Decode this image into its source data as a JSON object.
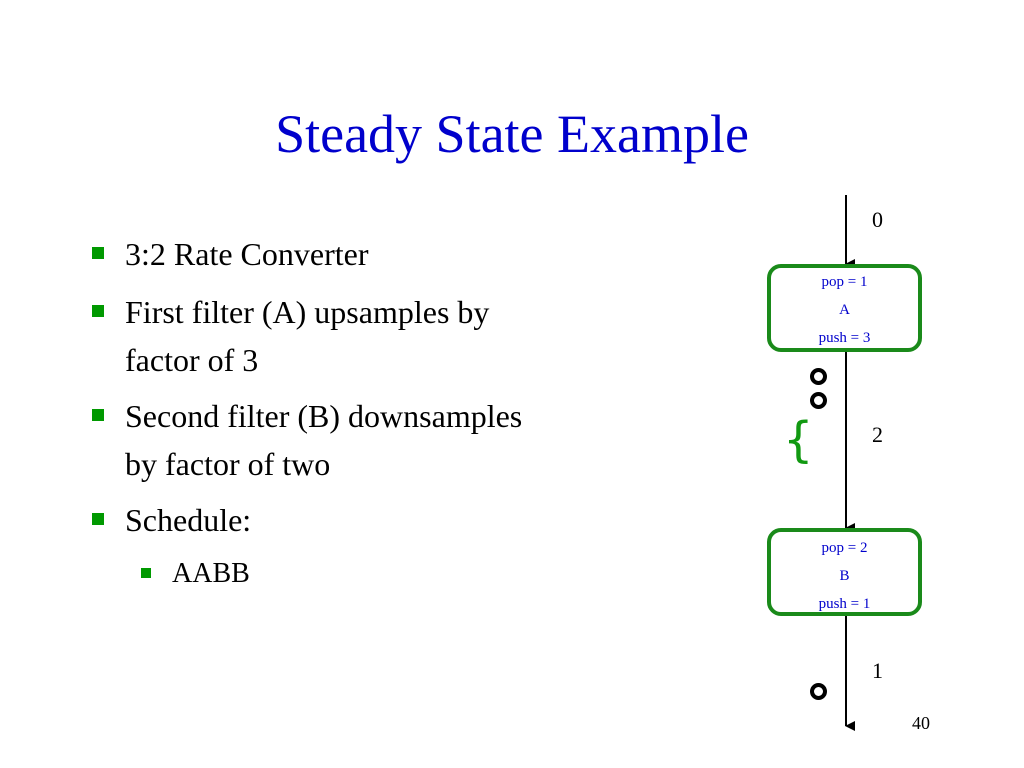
{
  "slide": {
    "title": "Steady State Example",
    "page_number": "40"
  },
  "bullets": [
    {
      "lines": [
        "3:2 Rate Converter"
      ]
    },
    {
      "lines": [
        "First filter (A) upsamples by",
        "factor of 3"
      ]
    },
    {
      "lines": [
        "Second filter (B) downsamples",
        "by factor of two"
      ]
    },
    {
      "lines": [
        "Schedule:"
      ]
    }
  ],
  "sub_bullets": [
    {
      "text": "AABB"
    }
  ],
  "diagram": {
    "filter_a": {
      "pop": "pop = 1",
      "name": "A",
      "push": "push = 3"
    },
    "filter_b": {
      "pop": "pop = 2",
      "name": "B",
      "push": "push = 1"
    },
    "channel_counts": {
      "input": "0",
      "middle": "2",
      "output": "1"
    },
    "brace": "{",
    "colors": {
      "title": "#0000cc",
      "box_border": "#1a8a1a",
      "bullet_marker": "#009900"
    }
  }
}
